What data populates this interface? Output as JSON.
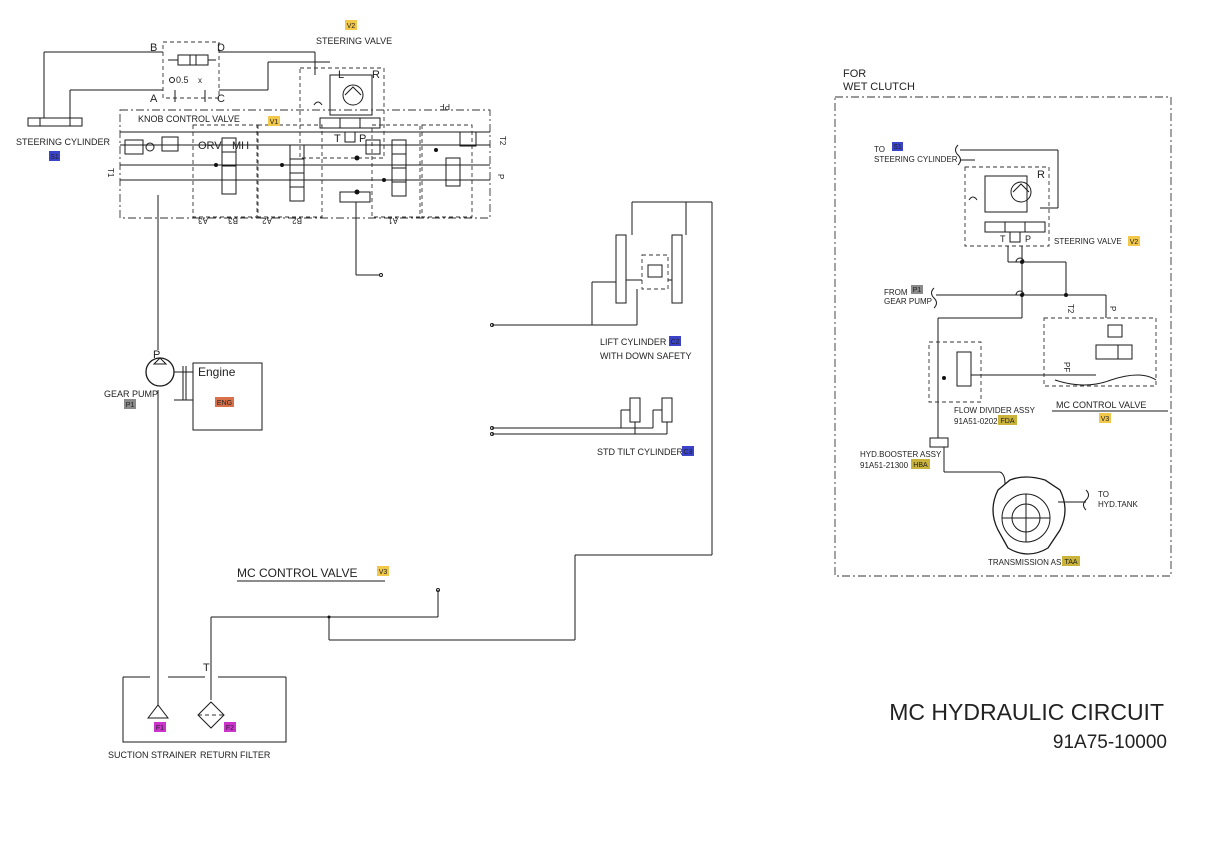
{
  "colors": {
    "tag_yellow": "#f2c84b",
    "tag_blue": "#3b44c8",
    "tag_gray": "#8a8a8a",
    "tag_orange": "#d9704a",
    "tag_magenta": "#cc33cc",
    "tag_olive": "#c9b33a",
    "line": "#1a1a1a"
  },
  "left": {
    "steering_valve": {
      "label": "STEERING VALVE",
      "tag": "V2"
    },
    "steering_cylinder": {
      "label": "STEERING CYLINDER",
      "tag": "S1"
    },
    "knob_control_valve": {
      "label": "KNOB CONTROL VALVE",
      "tag": "V1"
    },
    "orifice_value": "0.5",
    "port_letters": {
      "b": "B",
      "d": "D",
      "a": "A",
      "c": "C",
      "l": "L",
      "r": "R",
      "t": "T",
      "p_valve": "P"
    },
    "valve_ports": {
      "pf": "PF",
      "t2": "T2",
      "t1": "T1",
      "p": "P",
      "a3": "A3",
      "b3": "B3",
      "a2": "A2",
      "b2": "B2",
      "a1": "A1"
    },
    "valve_marks": {
      "orv": "ORV",
      "mh": "MH"
    },
    "gear_pump": {
      "label": "GEAR PUMP",
      "tag": "P1",
      "port": "P"
    },
    "engine": {
      "label": "Engine",
      "tag": "ENG"
    },
    "lift_cylinder": {
      "line1": "LIFT CYLINDER",
      "line2": "WITH DOWN SAFETY",
      "tag": "C2"
    },
    "tilt_cylinder": {
      "label": "STD TILT CYLINDER",
      "tag": "C3"
    },
    "mc_control_valve": {
      "label": "MC CONTROL VALVE",
      "tag": "V3"
    },
    "tank_port": "T",
    "suction_strainer": {
      "label": "SUCTION STRAINER",
      "tag": "F1"
    },
    "return_filter": {
      "label": "RETURN FILTER",
      "tag": "F2"
    }
  },
  "right": {
    "header_line1": "FOR",
    "header_line2": "WET CLUTCH",
    "to_steering_line1": "TO",
    "to_steering_line2": "STEERING CYLINDER",
    "to_steering_tag": "S1",
    "steering_valve": {
      "label": "STEERING VALVE",
      "tag": "V2",
      "port_r": "R",
      "port_t": "T",
      "port_p": "P"
    },
    "from_gear_pump_line1": "FROM",
    "from_gear_pump_line2": "GEAR PUMP",
    "from_gear_pump_tag": "P1",
    "ports": {
      "t2": "T2",
      "p": "P",
      "pf": "PF"
    },
    "mc_control_valve": {
      "label": "MC CONTROL VALVE",
      "tag": "V3"
    },
    "flow_divider": {
      "label": "FLOW DIVIDER ASSY",
      "part": "91A51-02020",
      "tag": "FDA"
    },
    "hyd_booster": {
      "label": "HYD.BOOSTER ASSY",
      "part": "91A51-21300",
      "tag": "HBA"
    },
    "to_tank_line1": "TO",
    "to_tank_line2": "HYD.TANK",
    "transmission": {
      "label": "TRANSMISSION ASSY",
      "tag": "TAA"
    }
  },
  "title": {
    "main": "MC HYDRAULIC CIRCUIT",
    "number": "91A75-10000"
  }
}
